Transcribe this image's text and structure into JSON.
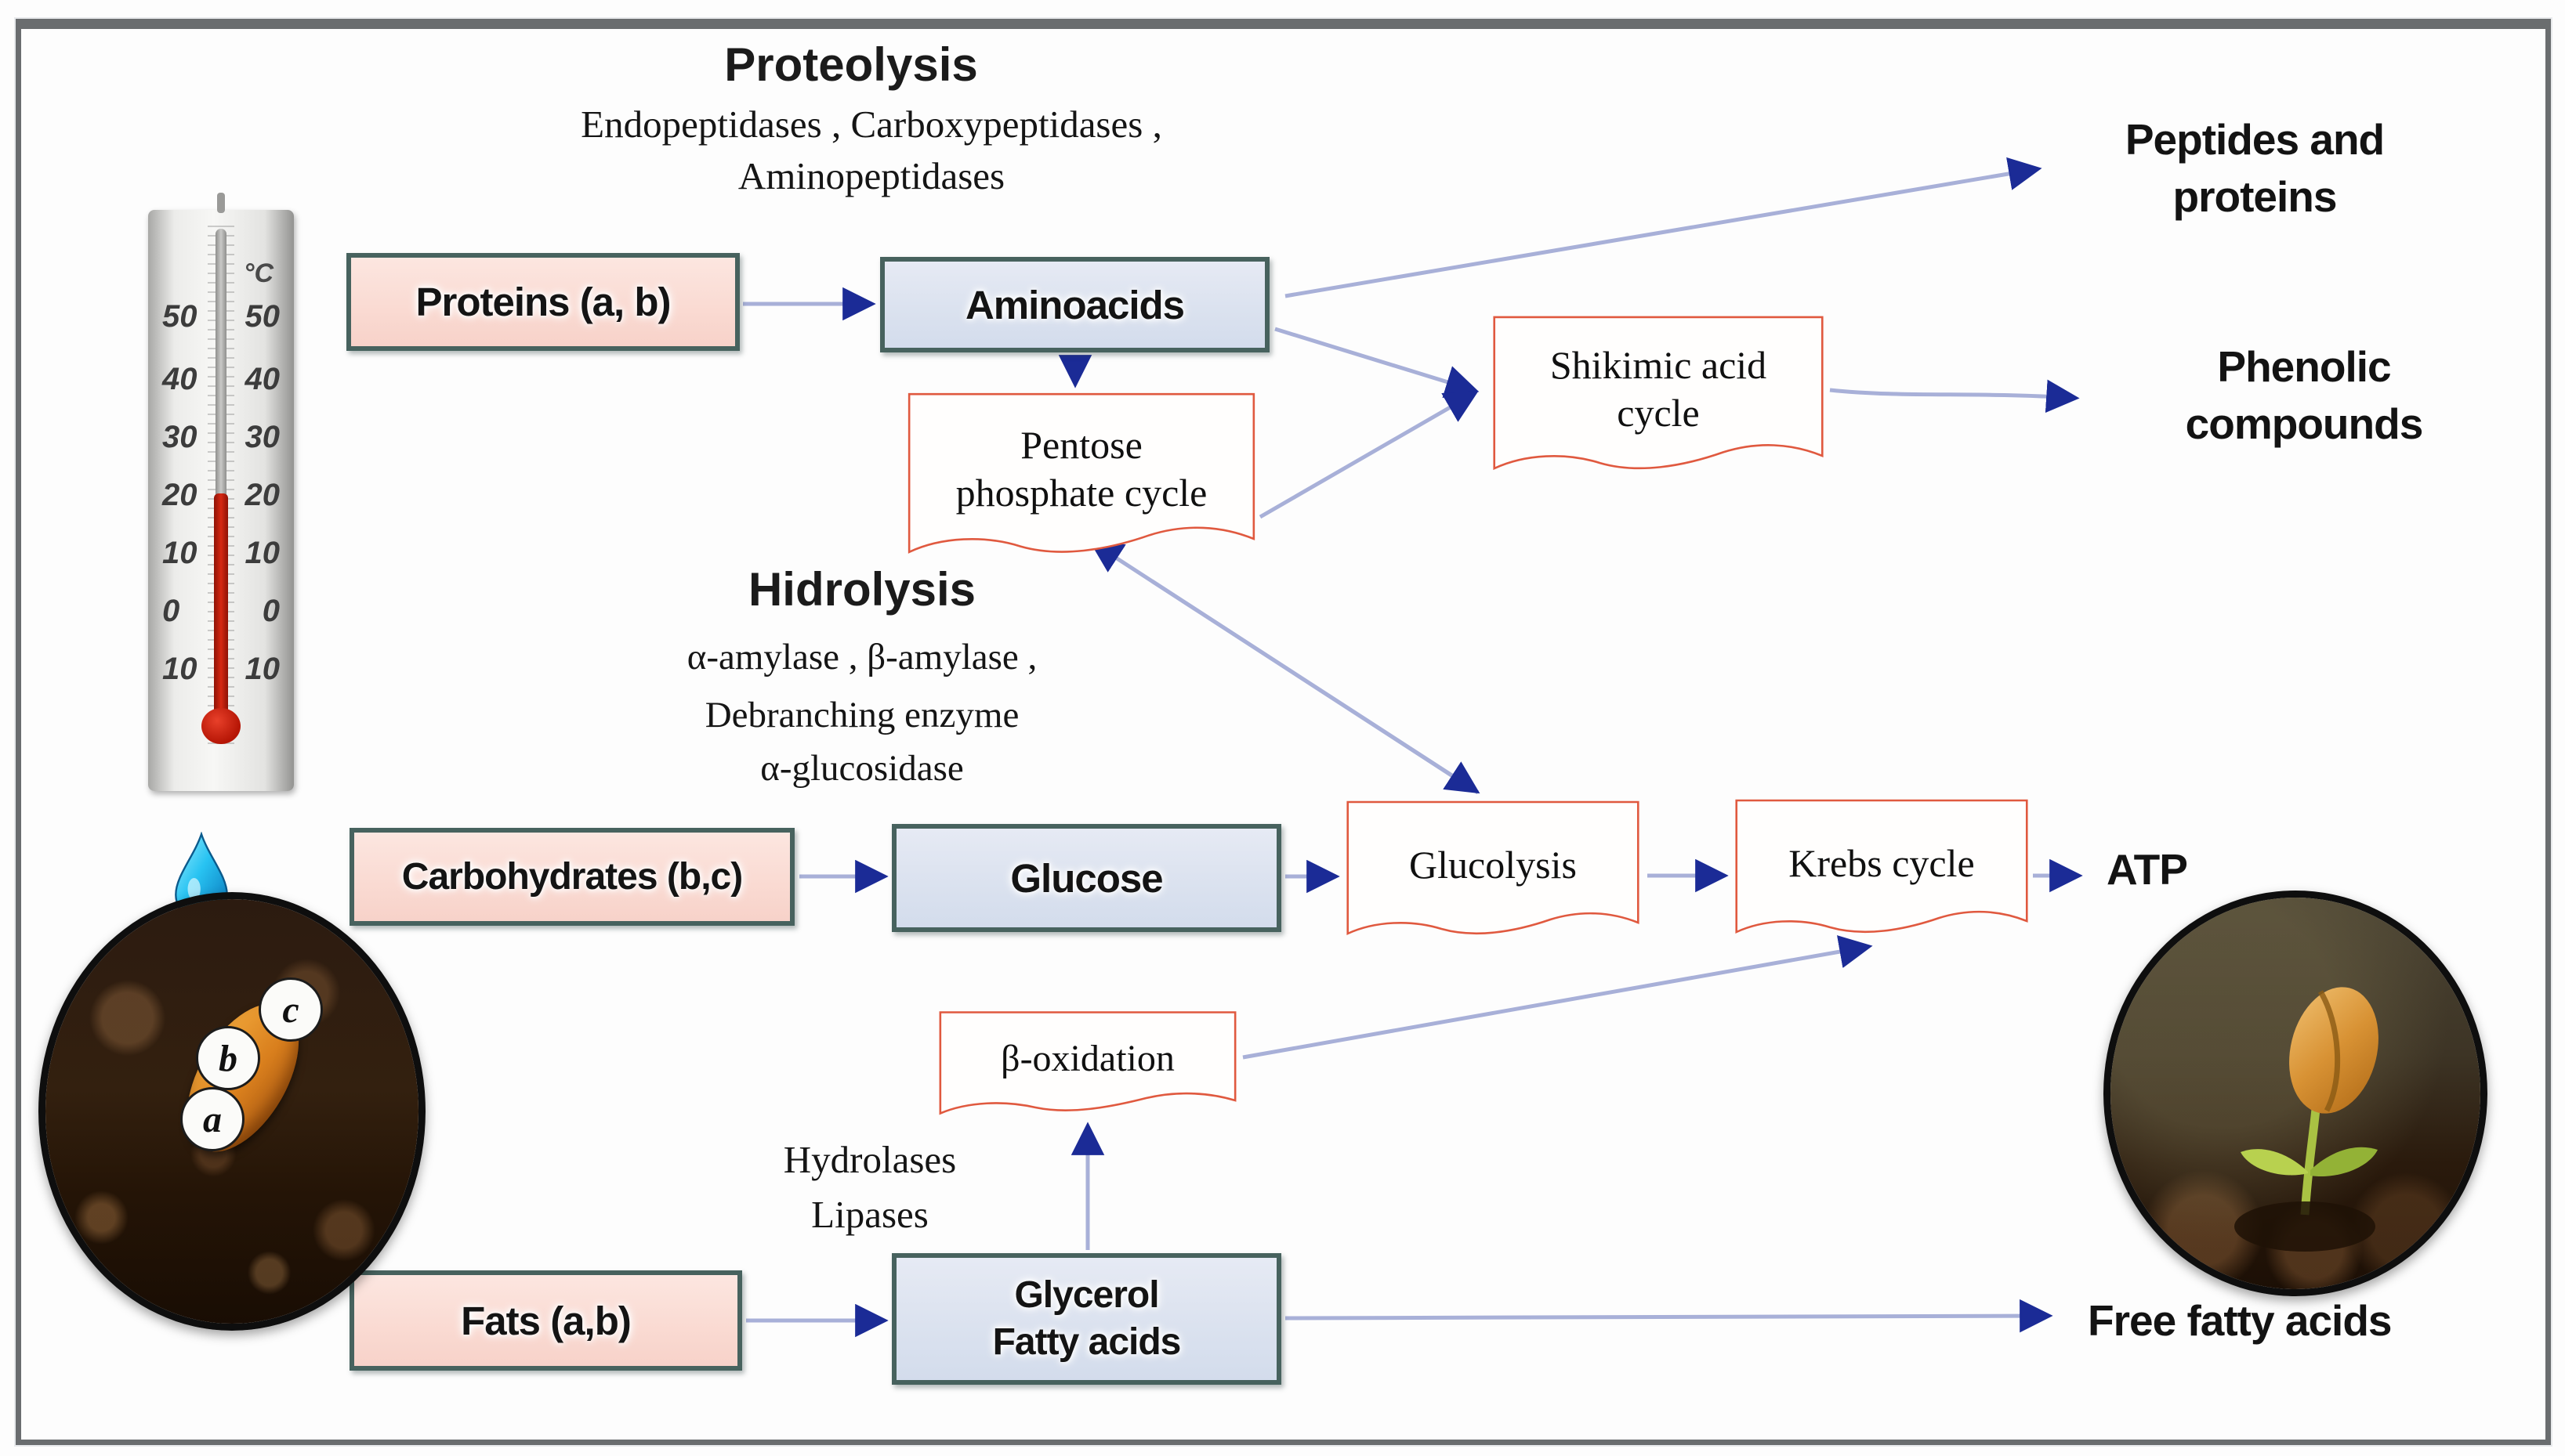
{
  "palette": {
    "pink_fill": "#fadbd3",
    "blue_fill": "#dbe2ef",
    "box_border": "#47625e",
    "doc_border": "#e0593f",
    "arrow_line": "#a8b0d8",
    "arrow_head": "#1b2b96",
    "mercury_red": "#c41e0e"
  },
  "proteolysis": {
    "title": "Proteolysis",
    "enzymes_line1": "Endopeptidases , Carboxypeptidases ,",
    "enzymes_line2": "Aminopeptidases"
  },
  "hidrolysis": {
    "title": "Hidrolysis",
    "enzymes_line1": "α-amylase , β-amylase ,",
    "enzymes_line2": "Debranching enzyme",
    "enzymes_line3": "α-glucosidase"
  },
  "lipolysis": {
    "enzymes_line1": "Hydrolases",
    "enzymes_line2": "Lipases"
  },
  "boxes": {
    "proteins": "Proteins (a, b)",
    "aminoacids": "Aminoacids",
    "carbohydrates": "Carbohydrates (b,c)",
    "glucose": "Glucose",
    "fats": "Fats (a,b)",
    "glycerol_line1": "Glycerol",
    "glycerol_line2": "Fatty acids"
  },
  "cycles": {
    "pentose_line1": "Pentose",
    "pentose_line2": "phosphate cycle",
    "shikimic_line1": "Shikimic acid",
    "shikimic_line2": "cycle",
    "glucolysis": "Glucolysis",
    "krebs": "Krebs cycle",
    "beta_oxidation": "β-oxidation"
  },
  "outputs": {
    "peptides_line1": "Peptides and",
    "peptides_line2": "proteins",
    "phenolic_line1": "Phenolic",
    "phenolic_line2": "compounds",
    "atp": "ATP",
    "free_fatty_acids": "Free fatty acids"
  },
  "thermometer": {
    "unit": "°C",
    "scale": [
      "50",
      "40",
      "30",
      "20",
      "10",
      "0",
      "10"
    ]
  },
  "seed_labels": [
    "a",
    "b",
    "c"
  ]
}
